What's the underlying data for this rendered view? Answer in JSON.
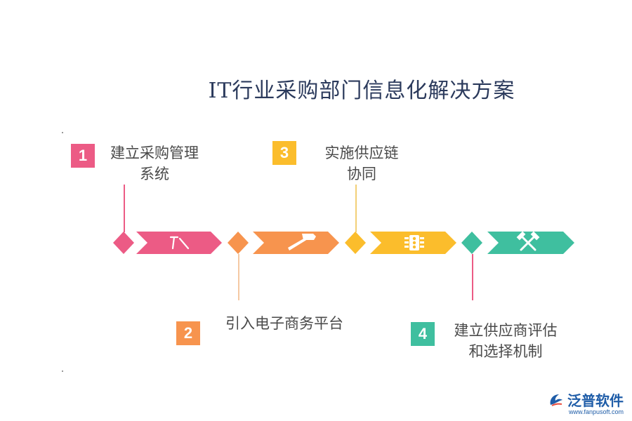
{
  "title": "IT行业采购部门信息化解决方案",
  "colors": {
    "pink": "#ec5b85",
    "orange": "#f7944e",
    "yellow": "#fbbd2c",
    "teal": "#3fbf9f"
  },
  "steps": [
    {
      "number": "1",
      "label_line1": "建立采购管理",
      "label_line2": "系统",
      "color": "#ec5b85",
      "icon": "hammer-small-icon"
    },
    {
      "number": "2",
      "label_line1": "引入电子商务平台",
      "label_line2": "",
      "color": "#f7944e",
      "icon": "hammer-icon"
    },
    {
      "number": "3",
      "label_line1": "实施供应链",
      "label_line2": "协同",
      "color": "#fbbd2c",
      "icon": "traffic-light-icon"
    },
    {
      "number": "4",
      "label_line1": "建立供应商评估",
      "label_line2": "和选择机制",
      "color": "#3fbf9f",
      "icon": "crossed-tools-icon"
    }
  ],
  "watermark": {
    "name": "泛普软件",
    "url": "www.fanpusoft.com"
  }
}
